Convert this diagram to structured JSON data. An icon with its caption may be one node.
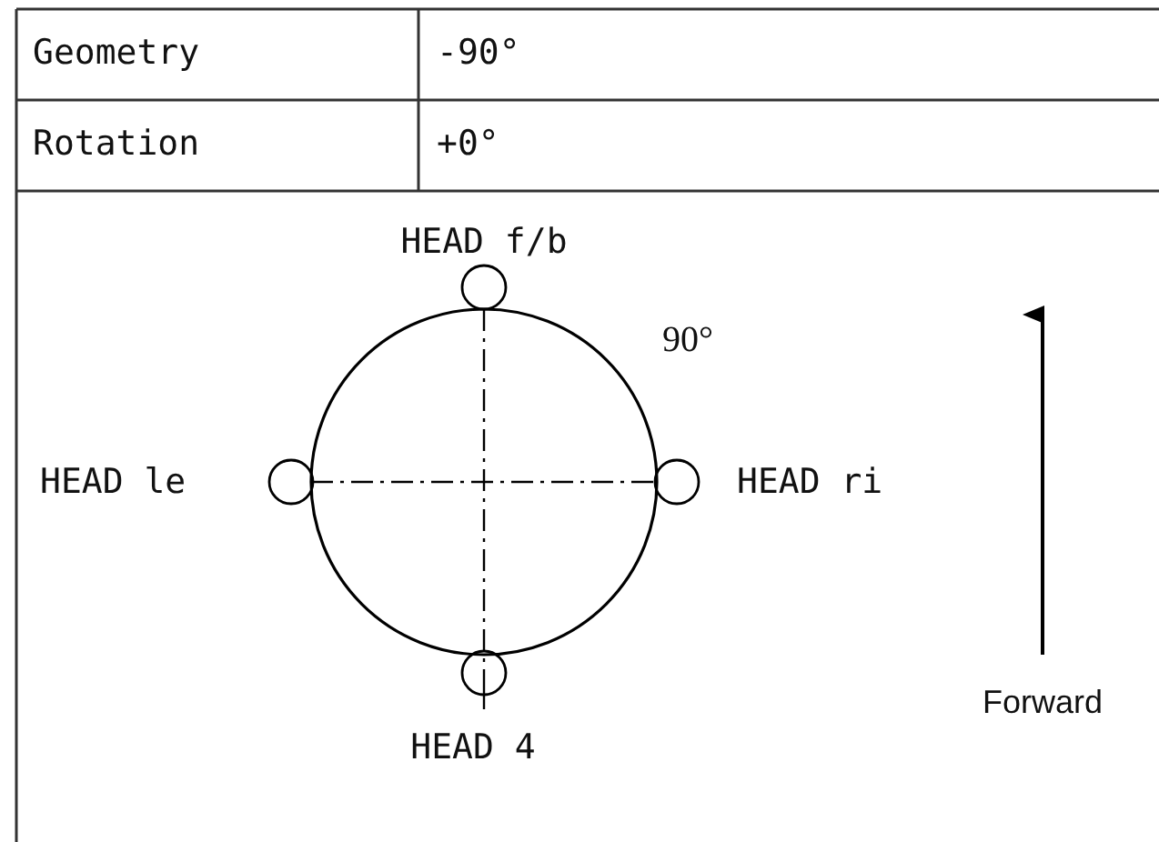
{
  "diagram": {
    "labels": [
      "Geometry",
      "-90°",
      "Rotation",
      "+0°",
      "HEAD f/b",
      "90°",
      "HEAD le",
      "HEAD ri",
      "Forward",
      "HEAD 4"
    ]
  }
}
